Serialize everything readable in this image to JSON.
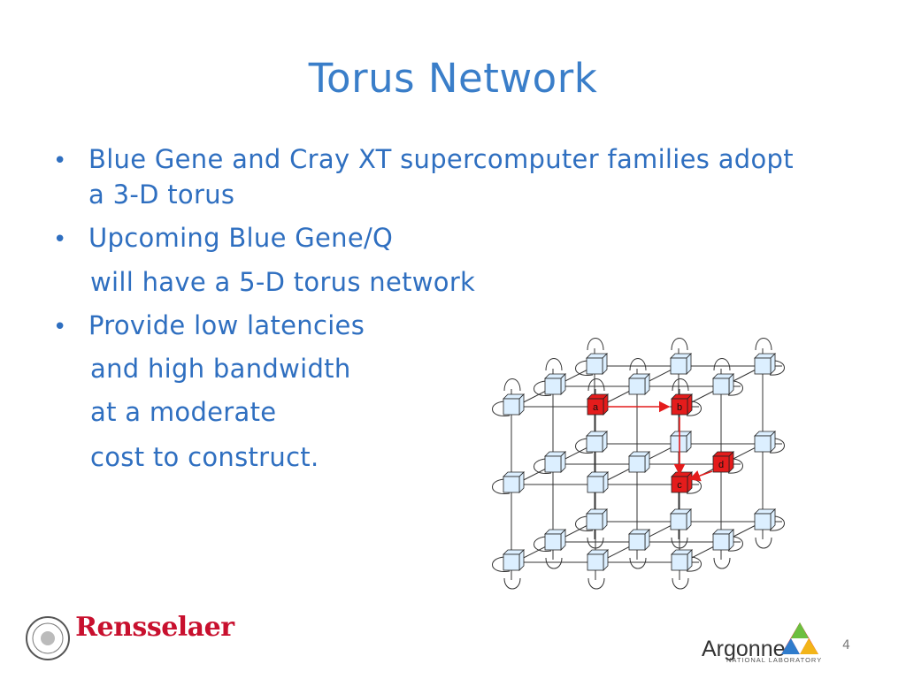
{
  "slide": {
    "title": "Torus Network",
    "bullets": [
      {
        "lines": [
          "Blue Gene and Cray XT supercomputer families adopt",
          "a 3-D torus"
        ]
      },
      {
        "lines": [
          "Upcoming Blue Gene/Q",
          "will have a 5-D torus network"
        ]
      },
      {
        "lines": [
          "Provide low latencies",
          "and high bandwidth",
          "at a moderate",
          "cost to construct."
        ]
      }
    ],
    "page_number": "4"
  },
  "diagram": {
    "node_labels": [
      "a",
      "b",
      "c",
      "d"
    ],
    "highlight_color": "#e41c1c",
    "node_color": "#dcefff"
  },
  "footer": {
    "left_logo_text": "Rensselaer",
    "right_logo_text": "Argonne",
    "right_logo_subtext": "NATIONAL LABORATORY"
  }
}
